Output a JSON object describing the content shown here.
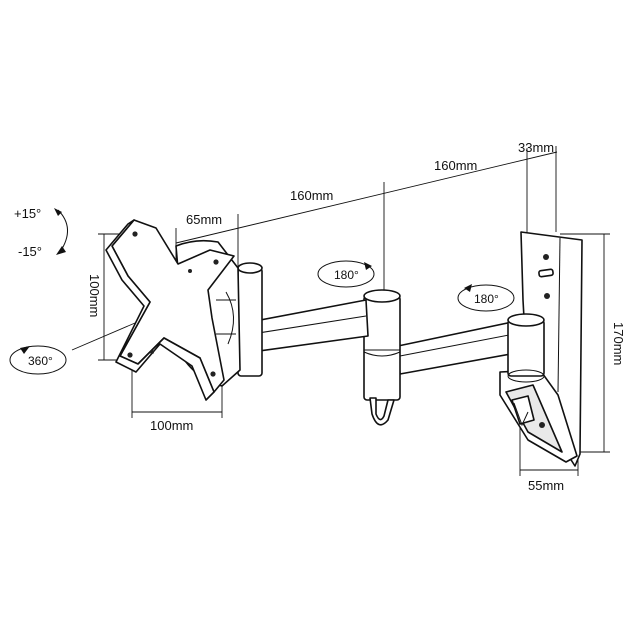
{
  "labels": {
    "tilt_up": "+15°",
    "tilt_down": "-15°",
    "rotate": "360°",
    "swivel_mid": "180°",
    "swivel_wall": "180°",
    "plate_width": "100mm",
    "plate_height": "100mm",
    "depth_65": "65mm",
    "arm1": "160mm",
    "arm2": "160mm",
    "depth_33": "33mm",
    "height_170": "170mm",
    "width_55": "55mm"
  }
}
